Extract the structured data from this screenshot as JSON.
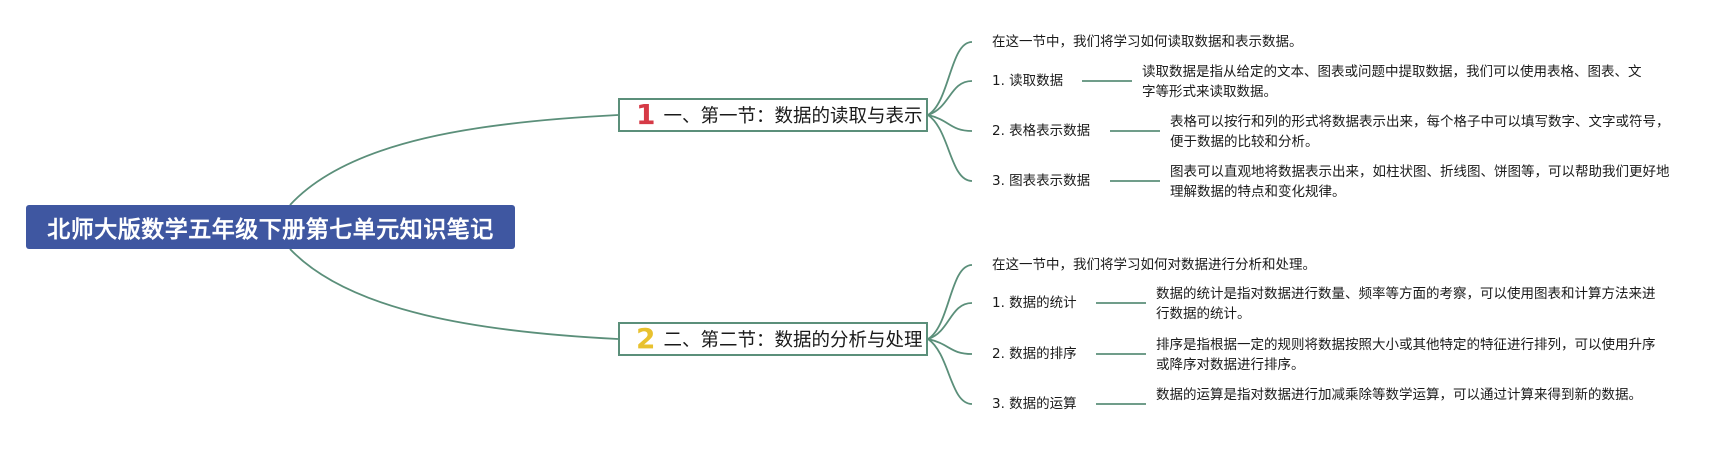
{
  "root": {
    "title": "北师大版数学五年级下册第七单元知识笔记"
  },
  "colors": {
    "root_bg": "#3f57a1",
    "line": "#5b8f7a",
    "num1": "#d63a46",
    "num2": "#f2c94c"
  },
  "sections": [
    {
      "number": "1",
      "title": "一、第一节：数据的读取与表示",
      "intro": "在这一节中，我们将学习如何读取数据和表示数据。",
      "items": [
        {
          "label": "1. 读取数据",
          "desc": "读取数据是指从给定的文本、图表或问题中提取数据，我们可以使用表格、图表、文字等形式来读取数据。"
        },
        {
          "label": "2. 表格表示数据",
          "desc": "表格可以按行和列的形式将数据表示出来，每个格子中可以填写数字、文字或符号，便于数据的比较和分析。"
        },
        {
          "label": "3. 图表表示数据",
          "desc": "图表可以直观地将数据表示出来，如柱状图、折线图、饼图等，可以帮助我们更好地理解数据的特点和变化规律。"
        }
      ]
    },
    {
      "number": "2",
      "title": "二、第二节：数据的分析与处理",
      "intro": "在这一节中，我们将学习如何对数据进行分析和处理。",
      "items": [
        {
          "label": "1. 数据的统计",
          "desc": "数据的统计是指对数据进行数量、频率等方面的考察，可以使用图表和计算方法来进行数据的统计。"
        },
        {
          "label": "2. 数据的排序",
          "desc": "排序是指根据一定的规则将数据按照大小或其他特定的特征进行排列，可以使用升序或降序对数据进行排序。"
        },
        {
          "label": "3. 数据的运算",
          "desc": "数据的运算是指对数据进行加减乘除等数学运算，可以通过计算来得到新的数据。"
        }
      ]
    }
  ]
}
